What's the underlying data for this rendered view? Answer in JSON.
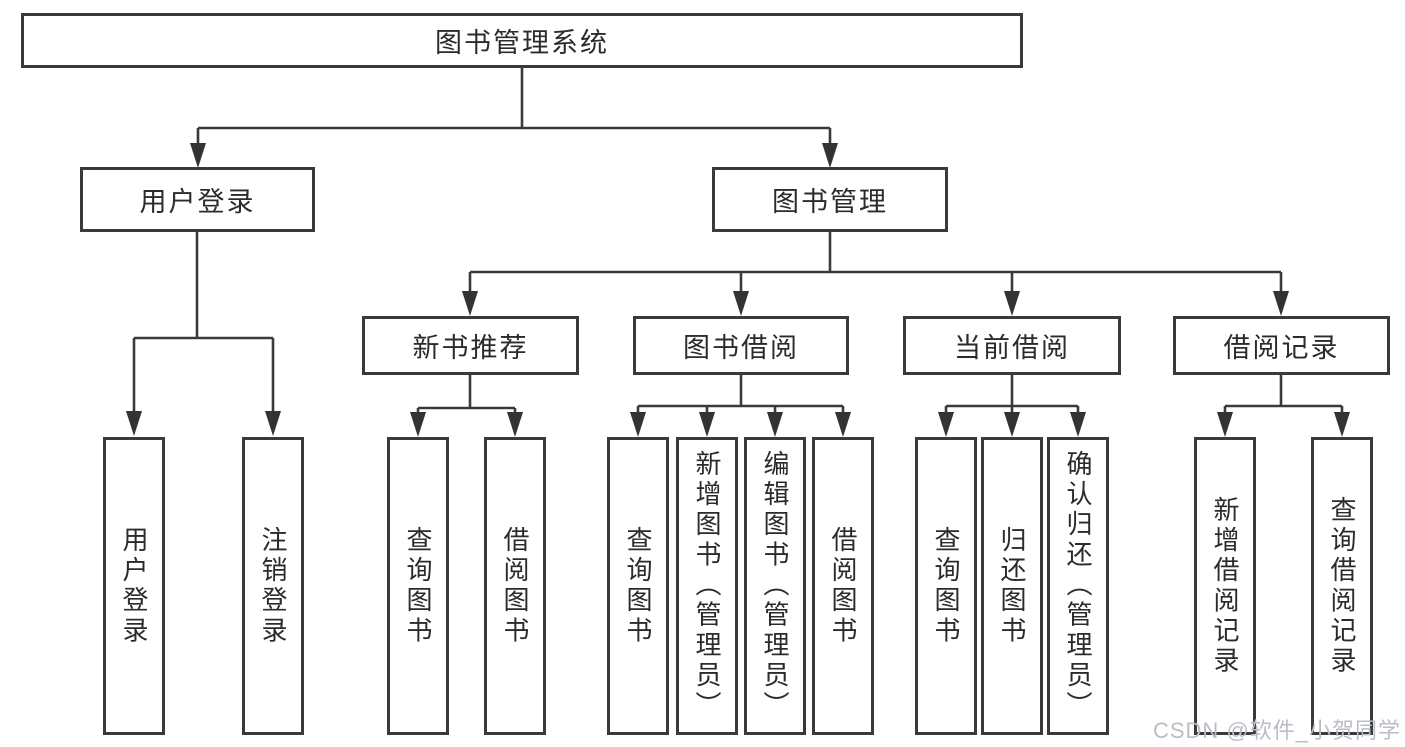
{
  "diagram": {
    "root": {
      "label": "图书管理系统"
    },
    "branches": [
      {
        "label": "用户登录",
        "children": [
          {
            "label": "用户登录"
          },
          {
            "label": "注销登录"
          }
        ]
      },
      {
        "label": "图书管理",
        "children": [
          {
            "label": "新书推荐",
            "children": [
              {
                "label": "查询图书"
              },
              {
                "label": "借阅图书"
              }
            ]
          },
          {
            "label": "图书借阅",
            "children": [
              {
                "label": "查询图书"
              },
              {
                "label": "新增图书（管理员）"
              },
              {
                "label": "编辑图书（管理员）"
              },
              {
                "label": "借阅图书"
              }
            ]
          },
          {
            "label": "当前借阅",
            "children": [
              {
                "label": "查询图书"
              },
              {
                "label": "归还图书"
              },
              {
                "label": "确认归还（管理员）"
              }
            ]
          },
          {
            "label": "借阅记录",
            "children": [
              {
                "label": "新增借阅记录"
              },
              {
                "label": "查询借阅记录"
              }
            ]
          }
        ]
      }
    ],
    "watermark": "CSDN @软件_小贺同学",
    "colors": {
      "line": "#3a3a3a",
      "text": "#2b2b2b",
      "watermark": "#b9bdc4",
      "background": "#ffffff"
    }
  }
}
